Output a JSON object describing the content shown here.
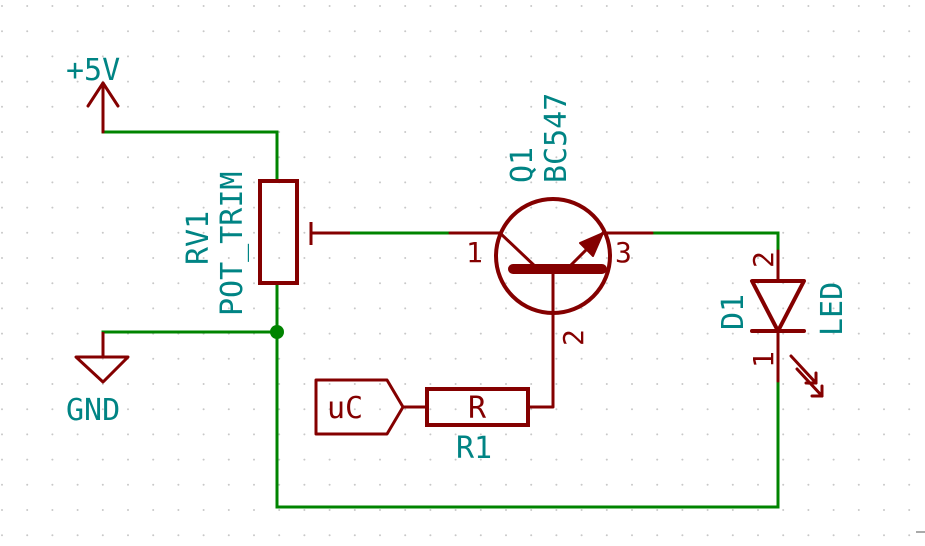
{
  "schematic": {
    "colors": {
      "background": "#ffffff",
      "grid": "#c8c8c8",
      "wire": "#008400",
      "component": "#840000",
      "label": "#008484",
      "junction": "#008400"
    },
    "power": {
      "vcc_label": "+5V",
      "gnd_label": "GND"
    },
    "potentiometer": {
      "ref": "RV1",
      "value": "POT_TRIM"
    },
    "transistor": {
      "ref": "Q1",
      "value": "BC547",
      "pin_collector": "1",
      "pin_base": "2",
      "pin_emitter": "3"
    },
    "resistor": {
      "ref": "R1",
      "body_label": "R"
    },
    "led": {
      "ref": "D1",
      "value": "LED",
      "pin_anode": "2",
      "pin_cathode": "1"
    },
    "input_port": {
      "label": "uC"
    }
  }
}
